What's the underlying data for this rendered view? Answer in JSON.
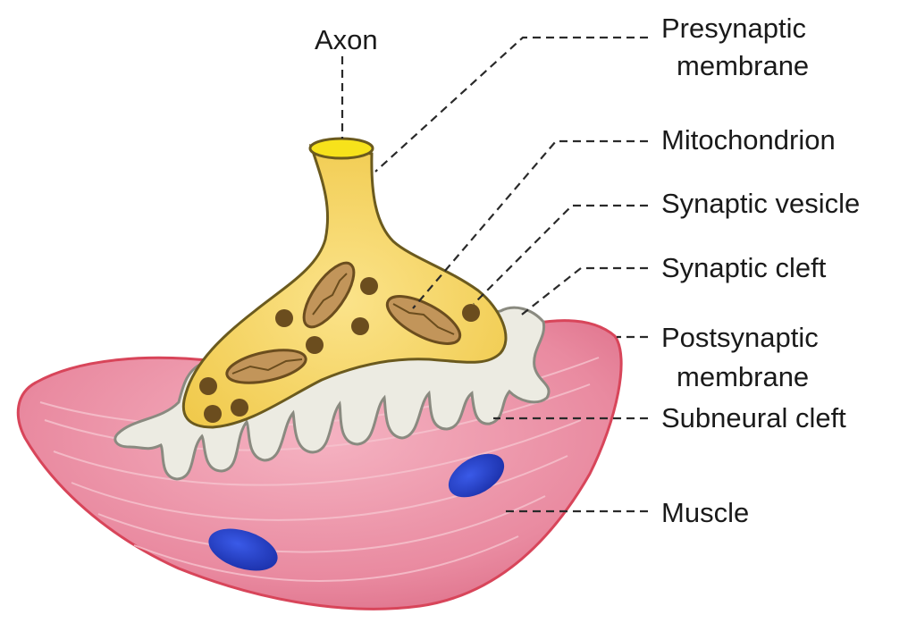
{
  "labels": {
    "axon": "Axon",
    "presynaptic_line1": "Presynaptic",
    "presynaptic_line2": "membrane",
    "mitochondrion": "Mitochondrion",
    "synaptic_vesicle": "Synaptic vesicle",
    "synaptic_cleft": "Synaptic cleft",
    "postsynaptic_line1": "Postsynaptic",
    "postsynaptic_line2": "membrane",
    "subneural_cleft": "Subneural cleft",
    "muscle": "Muscle"
  },
  "colors": {
    "muscle_fill": "#e7849a",
    "muscle_edge": "#d8455a",
    "cleft_fill": "#ecebe2",
    "cleft_edge": "#8a8a80",
    "terminal_fill": "#f4d460",
    "terminal_edge": "#6b5a1e",
    "vesicle": "#6b4d1e",
    "mitochondrion": "#c2955a",
    "nucleus": "#1e3cc8"
  }
}
